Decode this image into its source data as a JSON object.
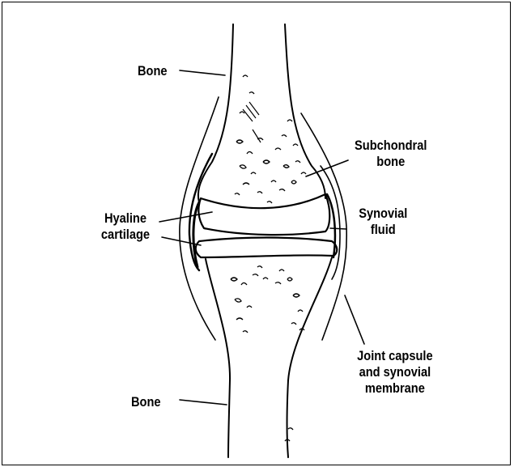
{
  "labels": {
    "bone_top": "Bone",
    "subchondral": [
      "Subchondral",
      "bone"
    ],
    "hyaline": [
      "Hyaline",
      "cartilage"
    ],
    "synovial_fluid": [
      "Synovial",
      "fluid"
    ],
    "joint_capsule": [
      "Joint capsule",
      "and synovial",
      "membrane"
    ],
    "bone_bottom": "Bone"
  }
}
